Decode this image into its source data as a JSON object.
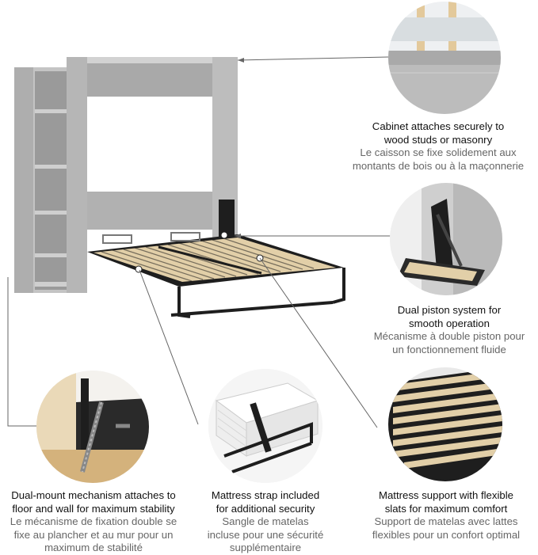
{
  "features": {
    "cabinet": {
      "en": "Cabinet attaches securely to wood studs or masonry",
      "fr": "Le caisson se fixe solidement aux montants de bois ou à la maçonnerie",
      "en_lines": [
        "Cabinet attaches securely to",
        "wood studs or masonry"
      ],
      "fr_lines": [
        "Le caisson se fixe solidement aux",
        "montants de bois ou à la maçonnerie"
      ]
    },
    "piston": {
      "en": "Dual piston system for smooth operation",
      "fr": "Mécanisme à double piston pour un fonctionnement fluide",
      "en_lines": [
        "Dual piston system for",
        "smooth operation"
      ],
      "fr_lines": [
        "Mécanisme à double piston pour",
        "un fonctionnement fluide"
      ]
    },
    "mount": {
      "en": "Dual-mount mechanism attaches to floor and wall for maximum stability",
      "fr": "Le mécanisme de fixation double se fixe au plancher et au mur pour un maximum de stabilité",
      "en_lines": [
        "Dual-mount mechanism attaches to",
        "floor and wall for maximum stability"
      ],
      "fr_lines": [
        "Le mécanisme de fixation double se",
        "fixe au plancher et au mur pour un",
        "maximum de stabilité"
      ]
    },
    "strap": {
      "en": "Mattress strap included for additional security",
      "fr": "Sangle de matelas incluse pour une sécurité supplémentaire",
      "en_lines": [
        "Mattress strap included",
        "for additional security"
      ],
      "fr_lines": [
        "Sangle de matelas",
        "incluse pour une sécurité",
        "supplémentaire"
      ]
    },
    "slats": {
      "en": "Mattress support with flexible slats for maximum comfort",
      "fr": "Support de matelas avec lattes flexibles pour un confort optimal",
      "en_lines": [
        "Mattress support with flexible",
        "slats for maximum comfort"
      ],
      "fr_lines": [
        "Support de matelas avec lattes",
        "flexibles pour un confort optimal"
      ]
    }
  },
  "colors": {
    "wood_gray": "#b9b9b9",
    "slat_wood": "#e2cfa8",
    "frame_black": "#1e1e1e",
    "caption_en": "#111111",
    "caption_fr": "#666666"
  }
}
